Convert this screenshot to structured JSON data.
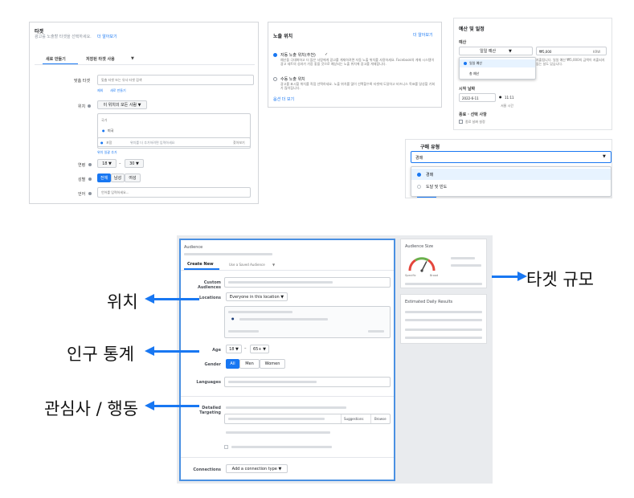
{
  "panel1": {
    "title": "타겟",
    "subtitle": "광고를 노출할 타겟을 선택하세요.",
    "learn_more": "더 알아보기",
    "tab_new": "새로 만들기",
    "tab_saved": "저장된 타겟 사용",
    "custom_audience_label": "맞춤 타겟",
    "custom_audience_placeholder": "맞춤 타겟 또는 유사 타겟 검색",
    "exclude_link": "제외",
    "create_new_link": "새로 만들기",
    "location_label": "위치",
    "location_dropdown": "이 위치의 모든 사람",
    "location_country_group": "국가",
    "location_country": "미국",
    "include_dropdown": "포함",
    "location_search_placeholder": "위치를 더 추가하려면 입력하세요",
    "browse": "찾아보기",
    "bulk_add": "위치 일괄 추가",
    "age_label": "연령",
    "age_min": "18",
    "age_dash": "–",
    "age_max": "30",
    "gender_label": "성별",
    "gender_all": "전체",
    "gender_male": "남성",
    "gender_female": "여성",
    "language_label": "언어",
    "language_placeholder": "언어를 입력하세요..."
  },
  "panel2": {
    "title": "노출 위치",
    "learn_more": "더 알아보기",
    "option_auto": "자동 노출 위치(추천)",
    "option_auto_desc": "예산을 극대화하고 더 많은 사람에게 광고를 게재하려면 자동 노출 위치를 사용하세요. Facebook의 게재 시스템이 광고 세트의 성과가 가장 좋을 것으로 예상되는 노출 위치에 광고를 게재합니다.",
    "option_manual": "수동 노출 위치",
    "option_manual_desc": "광고를 표시할 위치를 직접 선택하세요. 노출 위치를 많이 선택할수록 타겟에 도달하고 비즈니스 목표를 달성할 기회가 많아집니다.",
    "more_options": "옵션 더 보기"
  },
  "panel3": {
    "title": "예산 및 일정",
    "budget_label": "예산",
    "budget_dropdown": "일일 예산",
    "budget_amount": "₩5,000",
    "currency": "KRW",
    "menu_daily": "일일 예산",
    "menu_lifetime": "총 예산",
    "budget_note": "지출됩니다. 일일 예산 ₩5,000의 금액이 지출되지 않는 날도 있습니다.",
    "start_label": "시작 날짜",
    "start_date": "2022-6-11",
    "start_time": "11:11",
    "start_tz": "서울 시간",
    "end_label": "종료 · 선택 사항",
    "end_checkbox": "종료 날짜 설정"
  },
  "panel4": {
    "title": "구매 유형",
    "dropdown": "경매",
    "option_auction": "경매",
    "option_reach_frequency": "도달 및 빈도"
  },
  "panel5": {
    "title": "Audience",
    "tab_create": "Create New",
    "tab_saved": "Use a Saved Audience",
    "custom_audiences": "Custom Audiences",
    "locations": "Locations",
    "locations_dropdown": "Everyone in this location",
    "age": "Age",
    "age_min": "18",
    "age_dash": "–",
    "age_max": "65+",
    "gender": "Gender",
    "gender_all": "All",
    "gender_men": "Men",
    "gender_women": "Women",
    "languages": "Languages",
    "detailed_targeting": "Detailed Targeting",
    "suggestions": "Suggestions",
    "browse": "Browse",
    "connections": "Connections",
    "connections_dropdown": "Add a connection type"
  },
  "panel6": {
    "title": "Audience Size",
    "specific": "Specific",
    "broad": "Broad",
    "gauge_level": 0.65
  },
  "panel7": {
    "title": "Estimated Daily Results"
  },
  "callouts": {
    "location": "위치",
    "demographics": "인구 통계",
    "interests": "관심사 / 행동",
    "audience_size": "타겟 규모"
  },
  "colors": {
    "accent": "#1877f2",
    "highlight_border": "#4a90e2",
    "placeholder_bar": "#dadde1"
  }
}
